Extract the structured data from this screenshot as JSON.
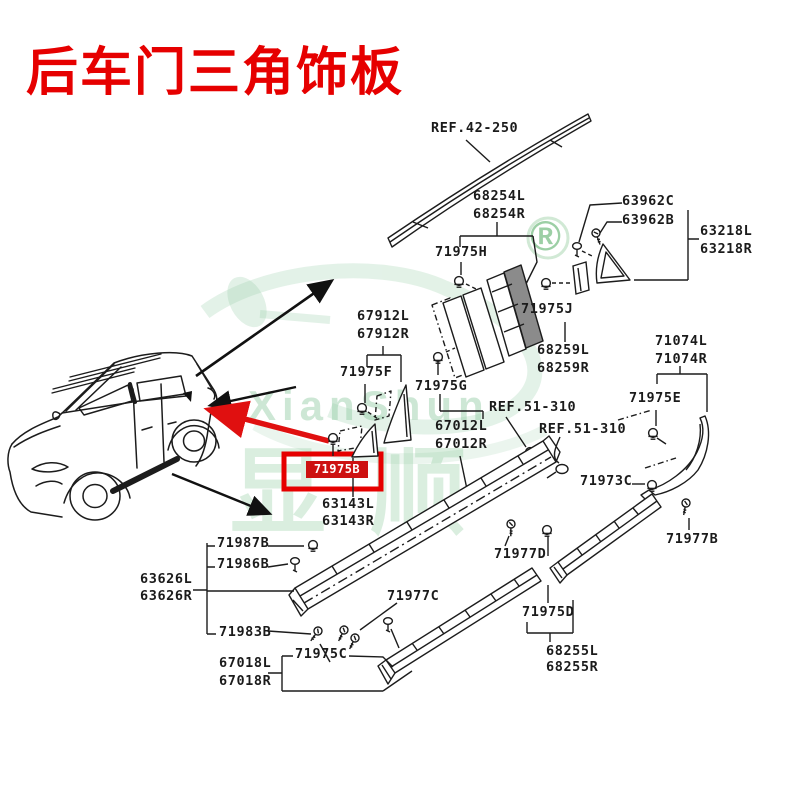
{
  "title": "后车门三角饰板",
  "watermark": {
    "registered_mark": "®",
    "brand_latin": "XianShun",
    "brand_cjk": "显顺"
  },
  "highlight": {
    "part": "71975B",
    "box_color": "#e60000",
    "label_bg": "#cd1111",
    "label_text_color": "#ffffff"
  },
  "labels": [
    {
      "id": "ref-42-250",
      "text": "REF.42-250"
    },
    {
      "id": "68254l",
      "text": "68254L"
    },
    {
      "id": "68254r",
      "text": "68254R"
    },
    {
      "id": "63962c",
      "text": "63962C"
    },
    {
      "id": "63962b",
      "text": "63962B"
    },
    {
      "id": "63218l",
      "text": "63218L"
    },
    {
      "id": "63218r",
      "text": "63218R"
    },
    {
      "id": "71975h",
      "text": "71975H"
    },
    {
      "id": "71975j",
      "text": "71975J"
    },
    {
      "id": "67912l",
      "text": "67912L"
    },
    {
      "id": "67912r",
      "text": "67912R"
    },
    {
      "id": "68259l",
      "text": "68259L"
    },
    {
      "id": "68259r",
      "text": "68259R"
    },
    {
      "id": "71074l",
      "text": "71074L"
    },
    {
      "id": "71074r",
      "text": "71074R"
    },
    {
      "id": "71975f",
      "text": "71975F"
    },
    {
      "id": "71975g",
      "text": "71975G"
    },
    {
      "id": "71975e",
      "text": "71975E"
    },
    {
      "id": "ref-51-310-a",
      "text": "REF.51-310"
    },
    {
      "id": "ref-51-310-b",
      "text": "REF.51-310"
    },
    {
      "id": "67012l",
      "text": "67012L"
    },
    {
      "id": "67012r",
      "text": "67012R"
    },
    {
      "id": "71973c",
      "text": "71973C"
    },
    {
      "id": "63143l",
      "text": "63143L"
    },
    {
      "id": "63143r",
      "text": "63143R"
    },
    {
      "id": "71987b",
      "text": "71987B"
    },
    {
      "id": "71986b",
      "text": "71986B"
    },
    {
      "id": "63626l",
      "text": "63626L"
    },
    {
      "id": "63626r",
      "text": "63626R"
    },
    {
      "id": "71983b",
      "text": "71983B"
    },
    {
      "id": "71977d",
      "text": "71977D"
    },
    {
      "id": "71977b",
      "text": "71977B"
    },
    {
      "id": "71977c",
      "text": "71977C"
    },
    {
      "id": "71975d",
      "text": "71975D"
    },
    {
      "id": "71975c",
      "text": "71975C"
    },
    {
      "id": "67018l",
      "text": "67018L"
    },
    {
      "id": "67018r",
      "text": "67018R"
    },
    {
      "id": "68255l",
      "text": "68255L"
    },
    {
      "id": "68255r",
      "text": "68255R"
    }
  ]
}
